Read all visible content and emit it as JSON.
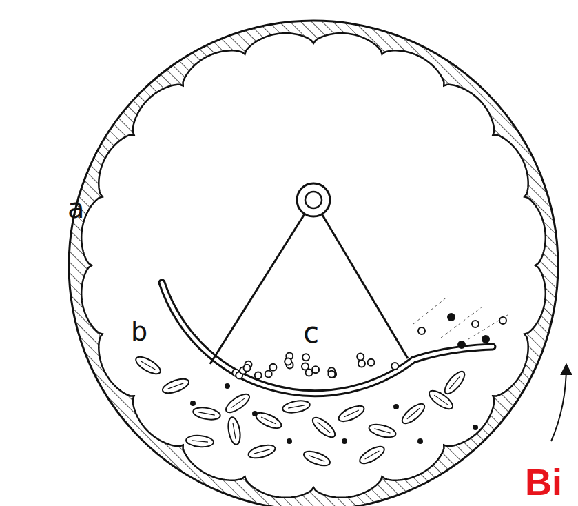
{
  "diagram": {
    "labels": [
      "a",
      "b",
      "c",
      "Bi"
    ]
  }
}
